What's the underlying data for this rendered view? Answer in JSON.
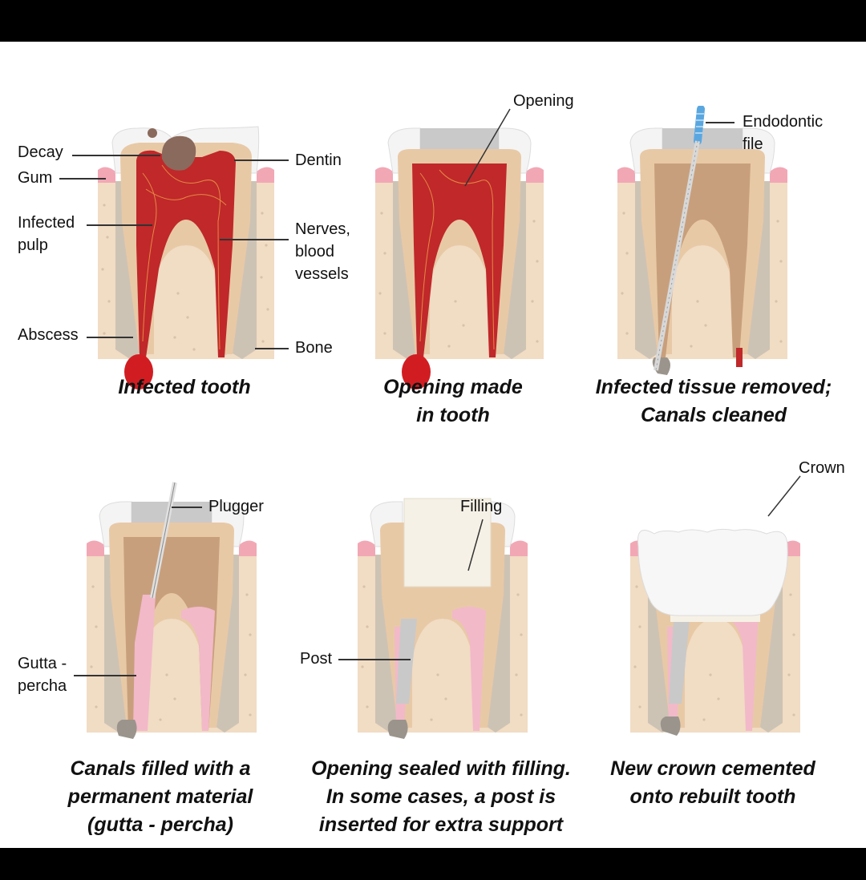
{
  "labels": {
    "decay": "Decay",
    "gum": "Gum",
    "infected_pulp": "Infected\npulp",
    "abscess": "Abscess",
    "dentin": "Dentin",
    "nerves": "Nerves,\nblood\nvessels",
    "bone": "Bone",
    "opening": "Opening",
    "endodontic_file": "Endodontic\nfile",
    "plugger": "Plugger",
    "gutta_percha": "Gutta -\npercha",
    "filling": "Filling",
    "post": "Post",
    "crown": "Crown"
  },
  "captions": {
    "step1": "Infected tooth",
    "step2": "Opening made\nin tooth",
    "step3": "Infected tissue removed;\nCanals cleaned",
    "step4": "Canals filled with a\npermanent material\n(gutta - percha)",
    "step5": "Opening sealed with filling.\nIn some cases, a post is\ninserted for extra support",
    "step6": "New crown cemented\nonto rebuilt tooth"
  },
  "colors": {
    "bone": "#f1dcc4",
    "gum": "#f2a7b5",
    "enamel": "#f4f4f4",
    "dentin": "#e8c9a6",
    "pulp_infected": "#c0282a",
    "pulp_clean": "#c89f7c",
    "gutta_percha": "#f2b9c9",
    "filling": "#c9c9c9",
    "abscess": "#d11d22",
    "file_blue": "#5aa7e0"
  }
}
